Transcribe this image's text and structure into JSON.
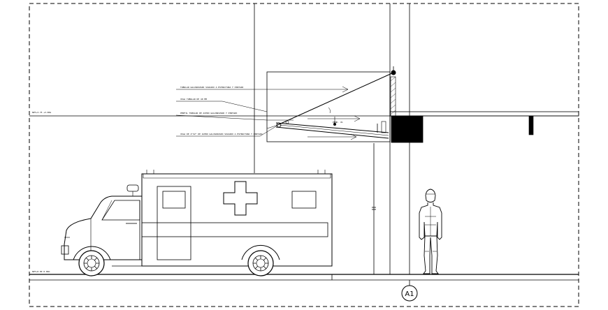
{
  "drawing": {
    "grid_axis_label": "A1",
    "annotations": {
      "level_upper": "NPT+3.75  +3.00m",
      "level_floor": "NPT+0.00  0.00m",
      "note_1": "TUBULAR GALVANIZADO SOLDADO A ESTRUCTURA Y PINTADO",
      "note_2": "VIGA TUBULAR DE 40 MM",
      "note_3": "PERFIL TUBULAR DE ACERO GALVANIZADO Y PINTADO",
      "note_4": "VIGA DE 4\"X2\" DE ACERO GALVANIZADO SOLDADO A ESTRUCTURA Y PINTADO",
      "note_slope": "PEND. 4%"
    }
  }
}
